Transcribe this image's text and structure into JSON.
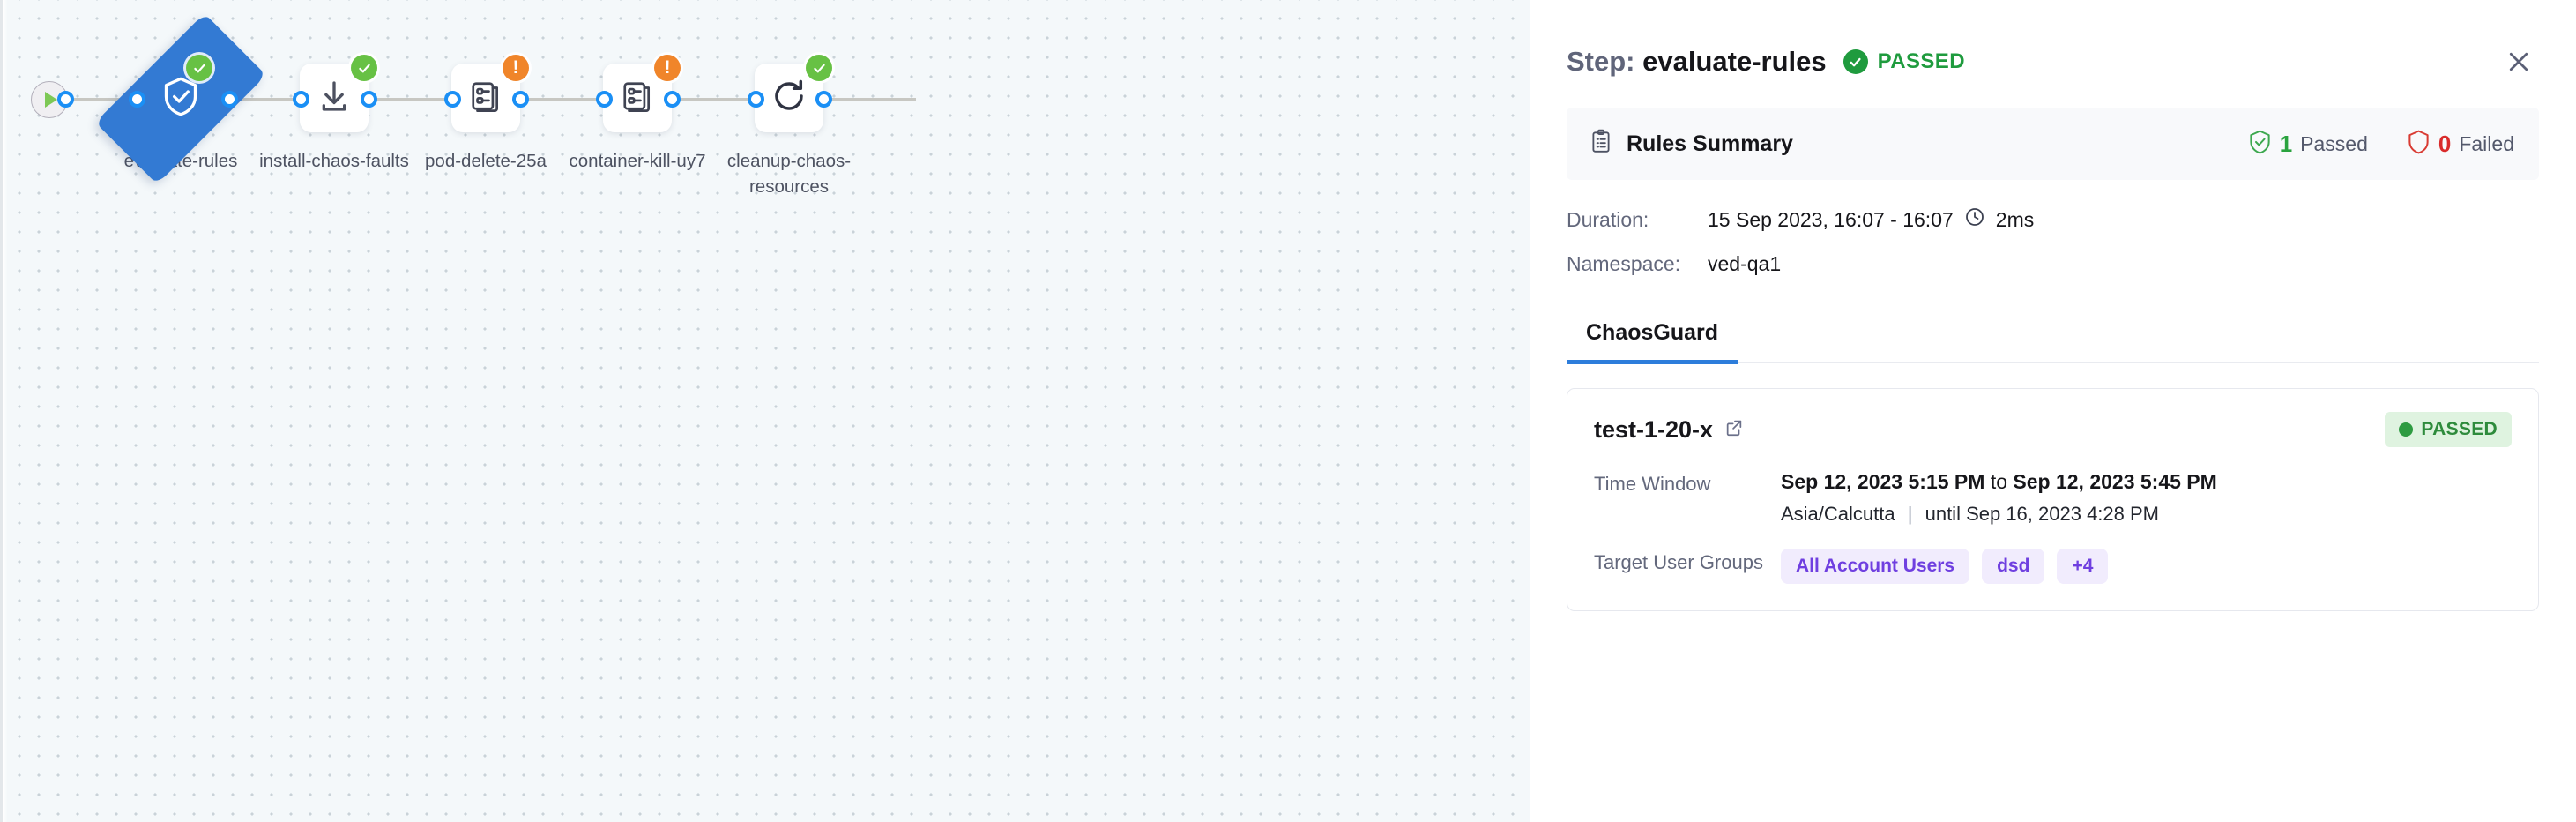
{
  "canvas": {
    "start_node": {
      "name": "start-node",
      "icon": "play-icon"
    },
    "nodes": [
      {
        "label": "evaluate-rules",
        "shape": "diamond",
        "icon": "shield-check-icon",
        "status": "passed"
      },
      {
        "label": "install-chaos-faults",
        "shape": "card",
        "icon": "download-icon",
        "status": "passed"
      },
      {
        "label": "pod-delete-25a",
        "shape": "card",
        "icon": "chaos-fault-icon",
        "status": "warning"
      },
      {
        "label": "container-kill-uy7",
        "shape": "card",
        "icon": "chaos-fault-icon",
        "status": "warning"
      },
      {
        "label": "cleanup-chaos-resources",
        "shape": "card",
        "icon": "refresh-icon",
        "status": "passed"
      }
    ]
  },
  "panel": {
    "step_prefix": "Step:",
    "step_name": "evaluate-rules",
    "step_status": "PASSED",
    "close_icon": "close-icon",
    "rules_summary": {
      "icon": "clipboard-icon",
      "title": "Rules Summary",
      "passed_count": "1",
      "passed_label": "Passed",
      "failed_count": "0",
      "failed_label": "Failed",
      "passed_icon": "shield-check-icon",
      "failed_icon": "shield-icon"
    },
    "meta": {
      "duration_key": "Duration:",
      "duration_value": "15 Sep 2023, 16:07 - 16:07",
      "duration_icon": "clock-icon",
      "duration_elapsed": "2ms",
      "namespace_key": "Namespace:",
      "namespace_value": "ved-qa1"
    },
    "tabs": [
      {
        "label": "ChaosGuard",
        "active": true
      }
    ],
    "result_card": {
      "name": "test-1-20-x",
      "link_icon": "external-link-icon",
      "status": "PASSED",
      "time_window_key": "Time Window",
      "time_window_from": "Sep 12, 2023 5:15 PM",
      "time_window_joiner": "to",
      "time_window_to": "Sep 12, 2023 5:45 PM",
      "timezone": "Asia/Calcutta",
      "until_text": "until Sep 16, 2023 4:28 PM",
      "target_groups_key": "Target User Groups",
      "target_groups": [
        "All Account Users",
        "dsd",
        "+4"
      ]
    }
  },
  "colors": {
    "accent": "#2d7ddb",
    "node_blue": "#337ad3",
    "status_green": "#1f9b3e",
    "status_orange": "#f0852a",
    "status_red": "#d92b2b",
    "chip_purple": "#6f3fe0"
  }
}
